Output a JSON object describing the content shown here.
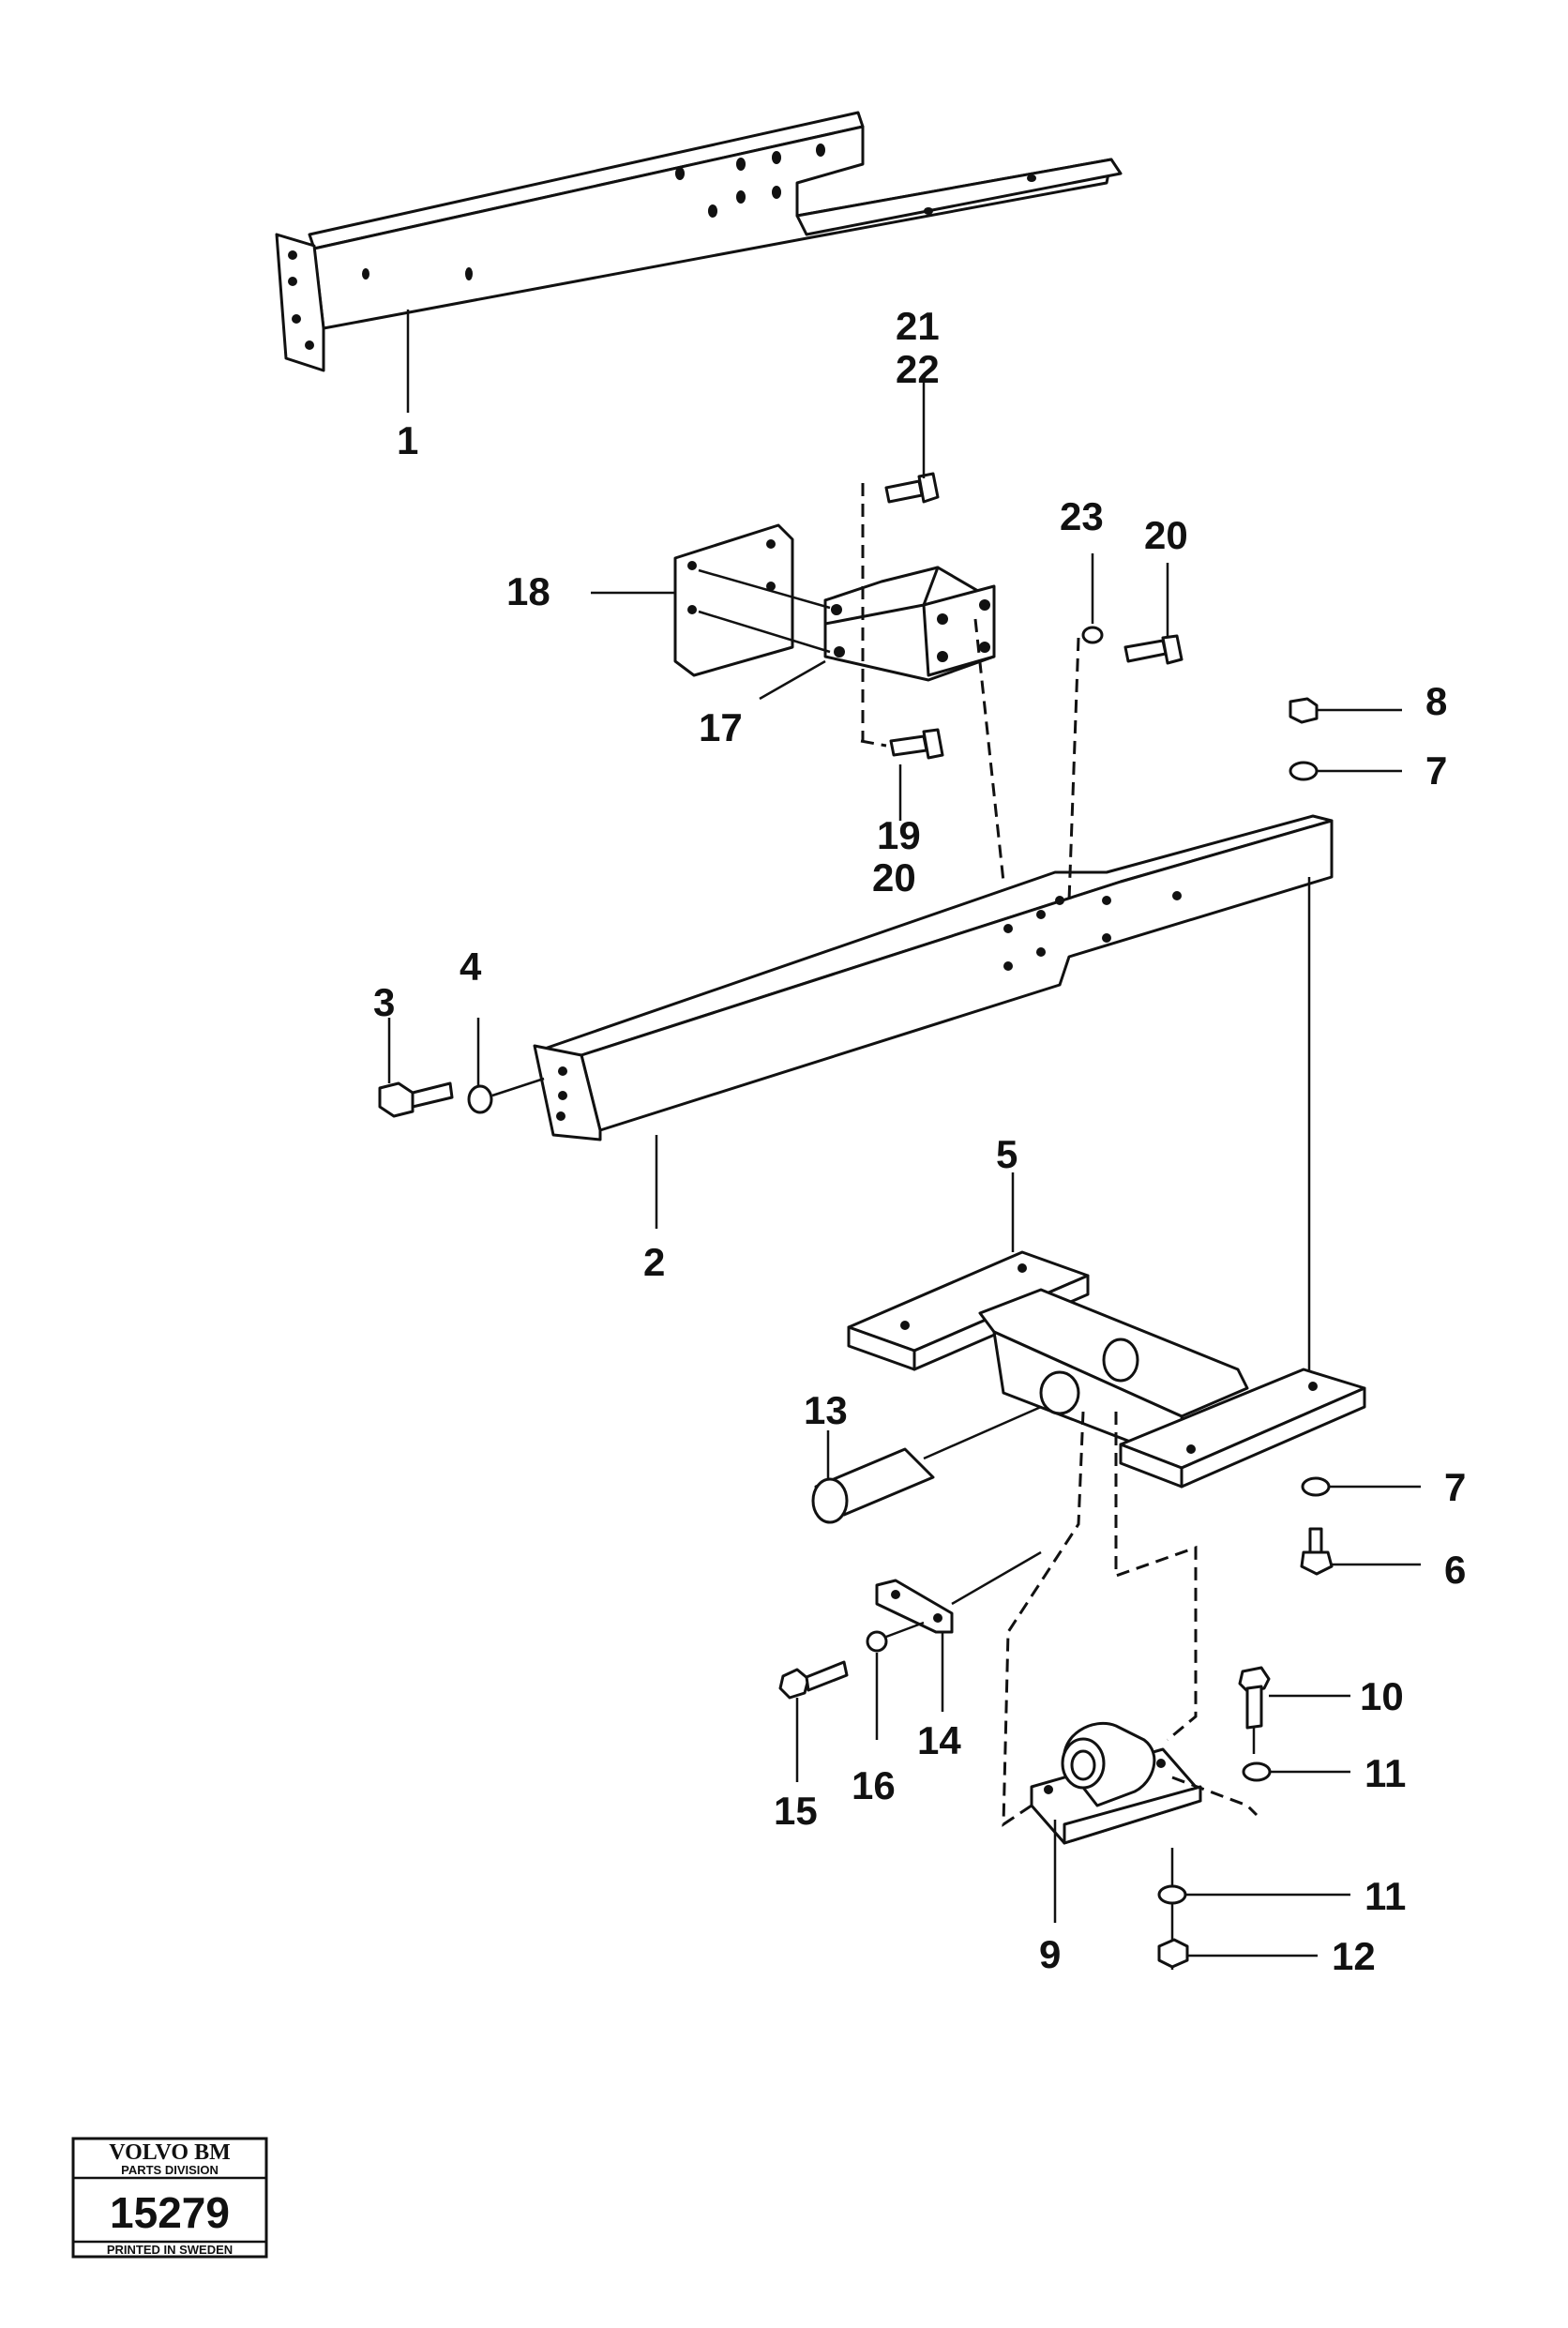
{
  "callouts": [
    "1",
    "2",
    "3",
    "4",
    "5",
    "6",
    "7",
    "7",
    "8",
    "9",
    "10",
    "11",
    "11",
    "12",
    "13",
    "14",
    "15",
    "16",
    "17",
    "18",
    "19",
    "20",
    "20",
    "21",
    "22",
    "23"
  ],
  "stamp": {
    "brand": "VOLVO BM",
    "division": "PARTS DIVISION",
    "number": "15279",
    "printed": "PRINTED IN SWEDEN"
  }
}
